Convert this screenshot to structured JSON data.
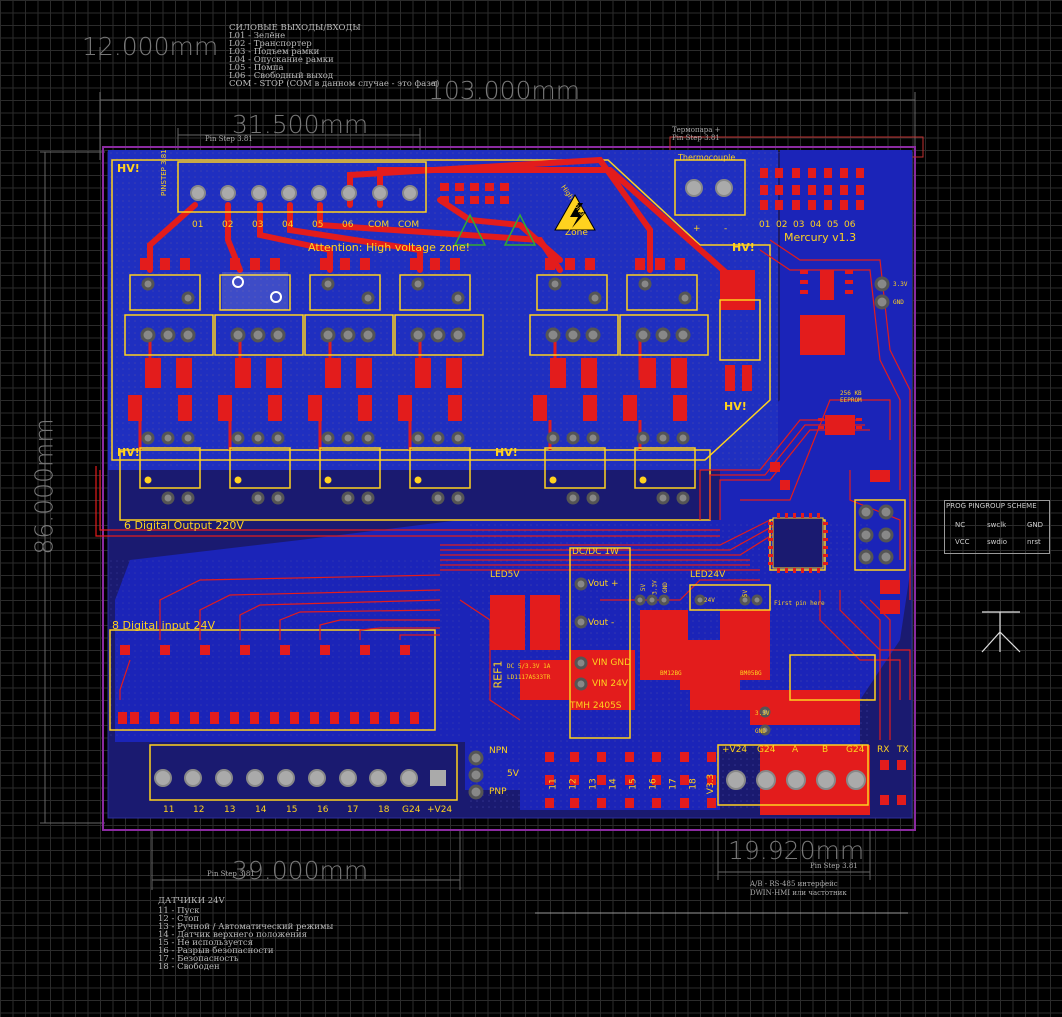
{
  "notes": {
    "outputs_title": "СИЛОВЫЕ ВЫХОДЫ/ВХОДЫ",
    "outputs_lines": [
      "L01 - Зелёне",
      "L02 - Транспортер",
      "L03 - Подъем рамки",
      "L04 - Опускание рамки",
      "L05 - Помпа",
      "L06 - Свободный выход",
      "COM - STOP (COM в данном случае - это фаза)"
    ],
    "inputs_title": "ДАТЧИКИ 24V",
    "inputs_lines": [
      "11 - Пуск",
      "12 - Стоп",
      "13 - Ручной / Автоматический режимы",
      "14 - Датчик верхнего положения",
      "15 - Не используется",
      "16 - Разрыв безопасности",
      "17 - Безопасность",
      "18 - Свободен"
    ],
    "thermo_title": "Термопара +",
    "pin_step": "Pin Step 3.81",
    "rs485_lines": [
      "A/B - RS-485 интерфейс",
      "DWIN-HMI или частотник"
    ]
  },
  "dims": {
    "d12": "12.000mm",
    "d103": "103.000mm",
    "d31": "31.500mm",
    "d86": "86.000mm",
    "d39": "39.000mm",
    "d19": "19.920mm"
  },
  "silk": {
    "hv": "HV!",
    "pinstep": "PINSTEP 3.81",
    "out_pins": [
      "01",
      "02",
      "03",
      "04",
      "05",
      "06",
      "COM",
      "COM"
    ],
    "attention": "Attention: High voltage zone!",
    "hv_zone": "Zone",
    "hv_voltage": "High Voltage",
    "thermocouple": "Thermocouple",
    "led_pins": [
      "01",
      "02",
      "03",
      "04",
      "05",
      "06"
    ],
    "brand": "Mercury v1.3",
    "v33": "3.3V",
    "gnd": "GND",
    "eeprom": "256 KB EEPROM",
    "digital_out": "6 Digital Output 220V",
    "dcdc": "DC/DC 1W",
    "vout_plus": "Vout +",
    "vout_minus": "Vout -",
    "led5v": "LED5V",
    "led24v": "LED24V",
    "v5": "5V",
    "v24": "24V",
    "v33b": "3.3V",
    "first_pin": "First pin here",
    "digital_in": "8 Digital input 24V",
    "ref1": "REF1",
    "ldo1": "DC 5/3.3V 1A",
    "ldo2": "LD1117AS33TR",
    "vin_gnd": "VIN GND",
    "vin_24": "VIN 24V",
    "tmh": "TMH 2405S",
    "bm12": "BM12BG",
    "bm05": "BM05BG",
    "npn": "NPN",
    "pnp": "PNP",
    "in_pins": [
      "11",
      "12",
      "13",
      "14",
      "15",
      "16",
      "17",
      "18",
      "G24",
      "+V24"
    ],
    "mid_pins": [
      "11",
      "12",
      "13",
      "14",
      "15",
      "16",
      "17",
      "18",
      "V3.3"
    ],
    "rs_pins": [
      "+V24",
      "G24",
      "A",
      "B",
      "G24"
    ],
    "rx": "RX",
    "tx": "TX",
    "plus": "+",
    "minus": "-"
  },
  "scheme": {
    "title": "PROG PINGROUP SCHEME",
    "row1": [
      "NC",
      "swclk",
      "GND"
    ],
    "row2": [
      "VCC",
      "swdio",
      "nrst"
    ]
  }
}
